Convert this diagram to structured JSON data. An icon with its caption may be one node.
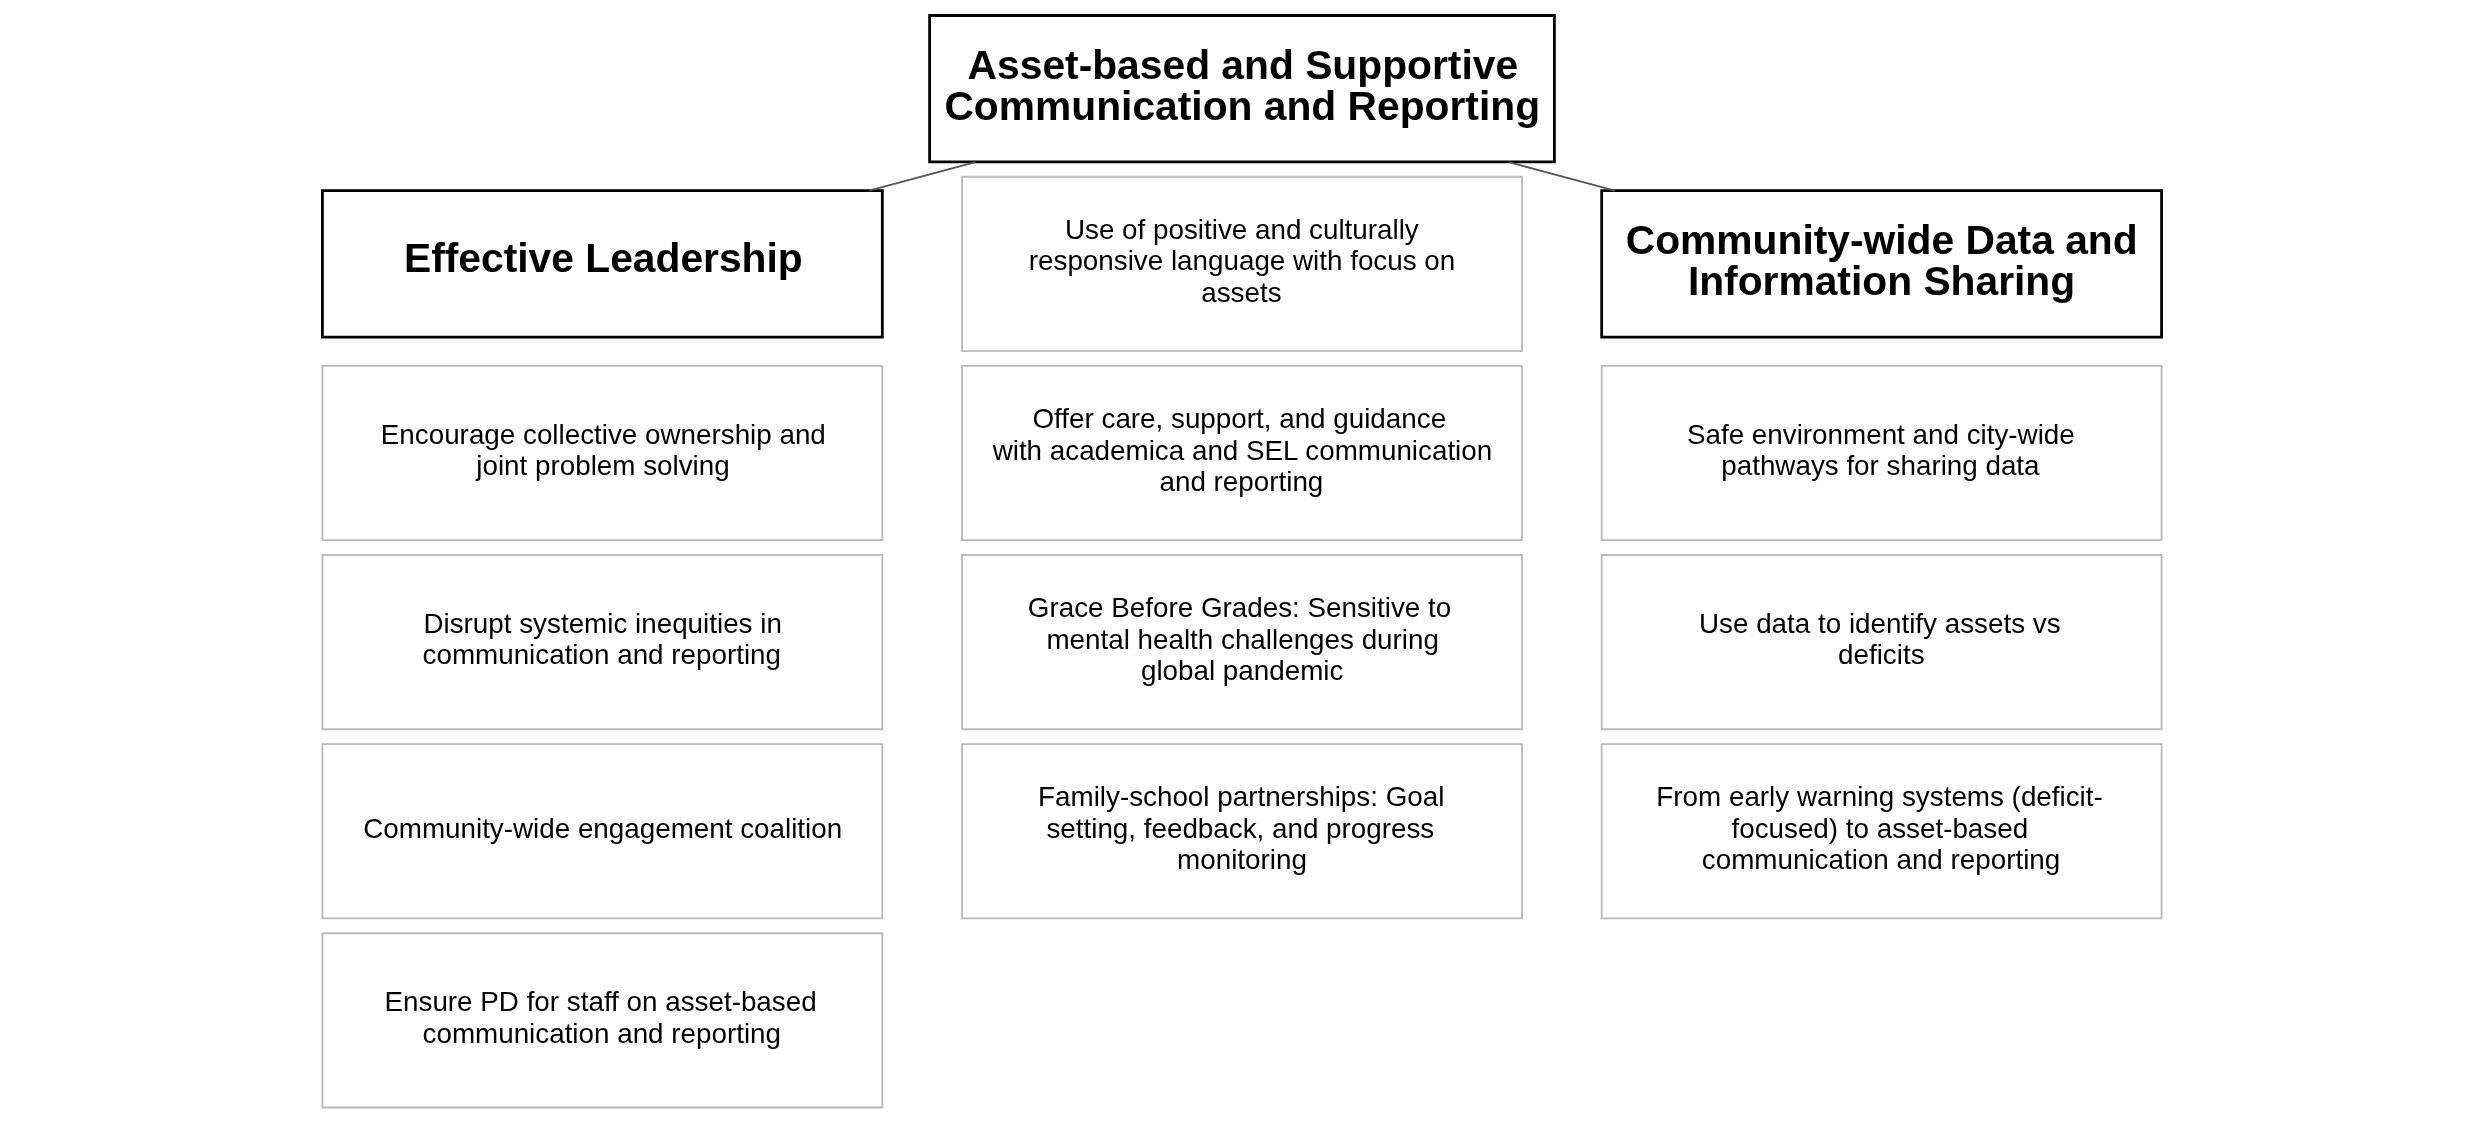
{
  "diagram": {
    "nodes": [
      {
        "text": [
          "Asset-based and Supportive Communication and Reporting"
        ]
      },
      {
        "text": [
          "Effective Leadership"
        ]
      },
      {
        "text": [
          "Community-wide Data and Information Sharing"
        ]
      },
      {
        "text": [
          "Encourage collective ownership and joint problem solving"
        ]
      },
      {
        "text": [
          "Disrupt systemic inequities in communication and reporting"
        ]
      },
      {
        "text": [
          "Community-wide engagement coalition"
        ]
      },
      {
        "text": [
          "Ensure PD for staff on asset-based communication and reporting"
        ]
      },
      {
        "text": [
          "Use of positive and culturally responsive language with focus on assets"
        ]
      },
      {
        "text": [
          "Offer care, support, and guidance with academica and SEL communication and reporting"
        ]
      },
      {
        "text": [
          "Grace Before Grades: Sensitive to mental health challenges during global pandemic"
        ]
      },
      {
        "text": [
          "Family-school partnerships: Goal setting, feedback, and progress monitoring"
        ]
      },
      {
        "text": [
          "Safe environment and city-wide pathways for sharing data"
        ]
      },
      {
        "text": [
          "Use data to identify assets vs deficits"
        ]
      },
      {
        "text": [
          "From early warning systems (deficit-focused) to asset-based communication and reporting"
        ]
      }
    ],
    "edges": [
      {
        "from": 0,
        "to": 1,
        "arrow": "none"
      },
      {
        "from": 0,
        "to": 2,
        "arrow": "none"
      }
    ]
  }
}
